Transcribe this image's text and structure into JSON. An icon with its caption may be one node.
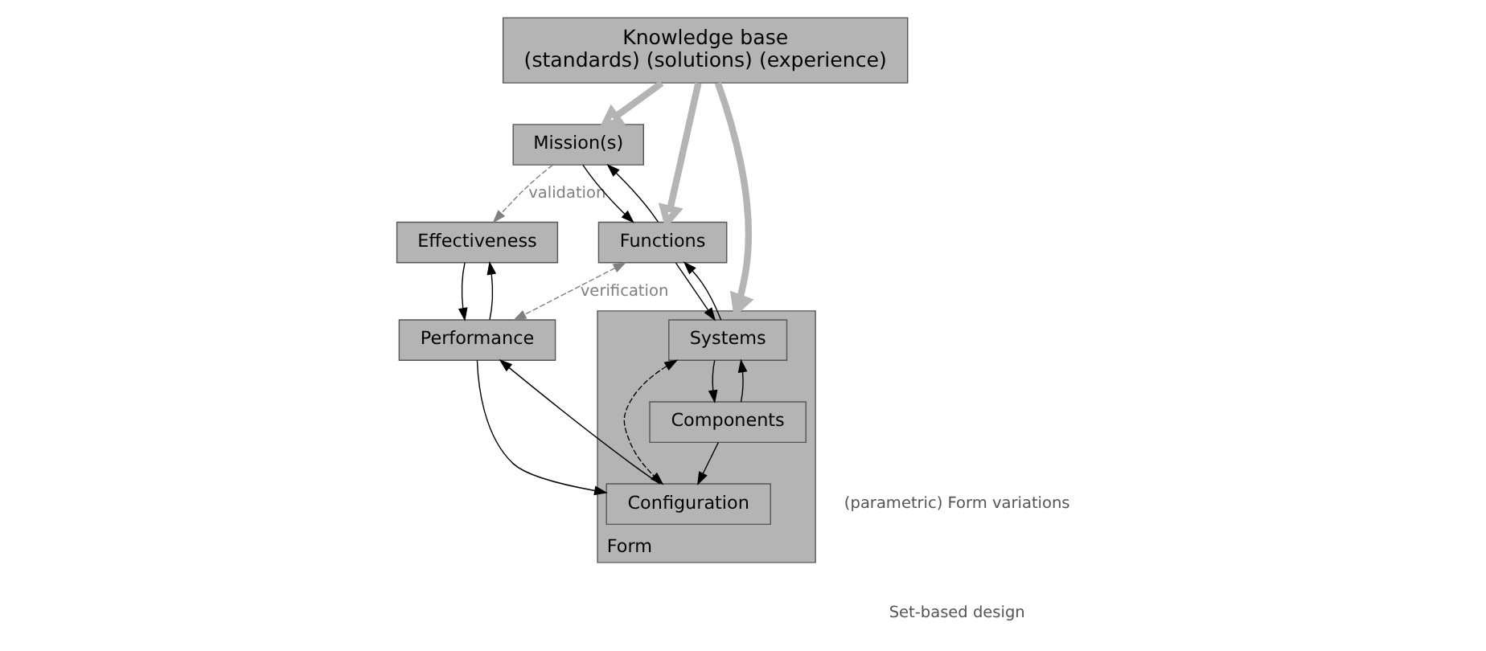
{
  "diagram": {
    "nodes": [
      {
        "text": [
          "Mission(s)"
        ]
      },
      {
        "text": [
          "Effectiveness"
        ]
      },
      {
        "text": [
          "Functions"
        ]
      },
      {
        "text": [
          "Performance"
        ]
      },
      {
        "text": [
          "Knowledge base",
          "(standards) (solutions) (experience)"
        ]
      },
      {
        "text": [
          "Form"
        ]
      },
      {
        "text": [
          "Systems"
        ],
        "in": 5
      },
      {
        "text": [
          "Configuration"
        ],
        "in": 5
      },
      {
        "text": [
          "Components"
        ],
        "in": 5
      }
    ],
    "edges": [
      {
        "from": 0,
        "to": 1,
        "arrow": "to",
        "label": "validation",
        "style": "dashed",
        "color": "#808080"
      },
      {
        "from": 2,
        "to": 3,
        "arrow": "both",
        "label": "verification",
        "style": "dashed",
        "color": "#808080"
      },
      {
        "from": 6,
        "to": 7,
        "arrow": "both",
        "style": "dashed"
      },
      {
        "from": 0,
        "to": 2,
        "arrow": "to"
      },
      {
        "from": 2,
        "to": 0,
        "arrow": "to"
      },
      {
        "from": 2,
        "to": 6,
        "arrow": "to"
      },
      {
        "from": 6,
        "to": 2,
        "arrow": "to"
      },
      {
        "from": 1,
        "to": 3,
        "arrow": "to"
      },
      {
        "from": 3,
        "to": 1,
        "arrow": "to"
      },
      {
        "from": 3,
        "to": 7,
        "arrow": "to"
      },
      {
        "from": 7,
        "to": 3,
        "arrow": "to"
      },
      {
        "from": 6,
        "to": 8,
        "arrow": "to"
      },
      {
        "from": 8,
        "to": 6,
        "arrow": "to"
      },
      {
        "from": 8,
        "to": 7,
        "arrow": "to"
      },
      {
        "from": 4,
        "to": 0,
        "arrow": "to",
        "style": "thick",
        "color": "#b4b4b4"
      },
      {
        "from": 4,
        "to": 2,
        "arrow": "to",
        "style": "thick",
        "color": "#b4b4b4"
      },
      {
        "from": 4,
        "to": 5,
        "arrow": "to",
        "style": "thick",
        "color": "#b4b4b4"
      }
    ],
    "labels": [
      "(parametric) Form variations",
      "Set-based design"
    ]
  }
}
